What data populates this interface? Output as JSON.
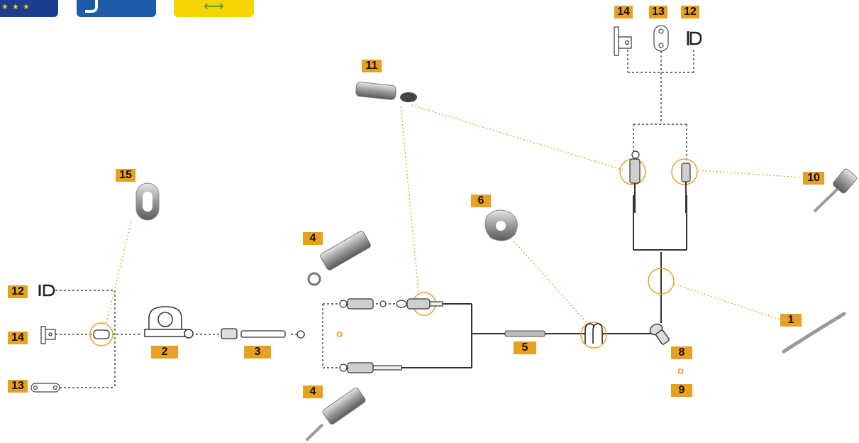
{
  "colors": {
    "accent": "#e8a020",
    "line": "#333333",
    "dotted_line": "#e8a020",
    "badge_eu": "#1d3d8f",
    "badge_blue": "#1f5aa8",
    "badge_yellow": "#f4d400"
  },
  "labels": {
    "n1": "1",
    "n2": "2",
    "n3": "3",
    "n4_top": "4",
    "n4_bottom": "4",
    "n5": "5",
    "n6": "6",
    "n8": "8",
    "n9": "9",
    "n10": "10",
    "n11": "11",
    "n12_top": "12",
    "n13_top": "13",
    "n14_top": "14",
    "n12_left": "12",
    "n14_left": "14",
    "n13_left": "13",
    "n15": "15"
  },
  "or_text": {
    "middle": "o",
    "right": "o"
  },
  "badges": [
    {
      "name": "eu-stars-badge",
      "glyph": "★ ★ ★"
    },
    {
      "name": "handle-badge",
      "glyph": ""
    },
    {
      "name": "double-arrow-badge",
      "glyph": "⟷"
    }
  ]
}
